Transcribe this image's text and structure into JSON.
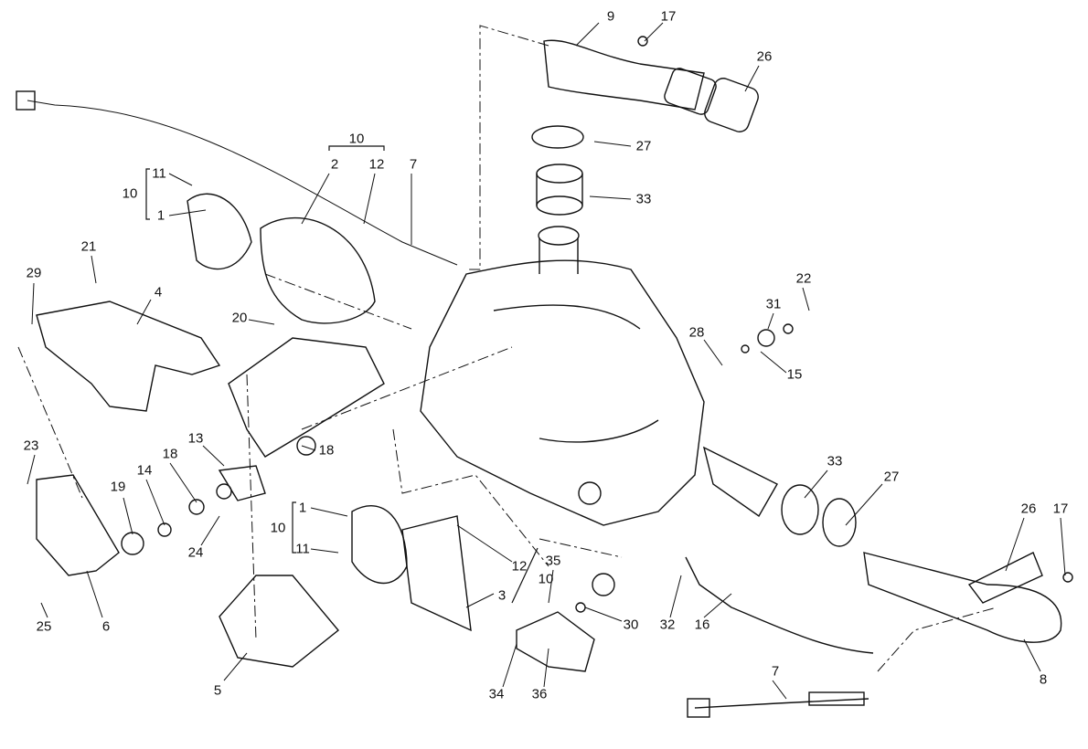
{
  "diagram": {
    "type": "exploded parts diagram",
    "callouts": [
      "9",
      "17",
      "26",
      "27",
      "33",
      "10",
      "2",
      "12",
      "7",
      "11",
      "10",
      "1",
      "21",
      "29",
      "4",
      "20",
      "22",
      "31",
      "28",
      "15",
      "18",
      "13",
      "18",
      "23",
      "19",
      "14",
      "24",
      "1",
      "10",
      "11",
      "12",
      "10",
      "3",
      "35",
      "30",
      "33",
      "27",
      "26",
      "17",
      "32",
      "16",
      "7",
      "8",
      "25",
      "6",
      "5",
      "34",
      "36"
    ]
  }
}
